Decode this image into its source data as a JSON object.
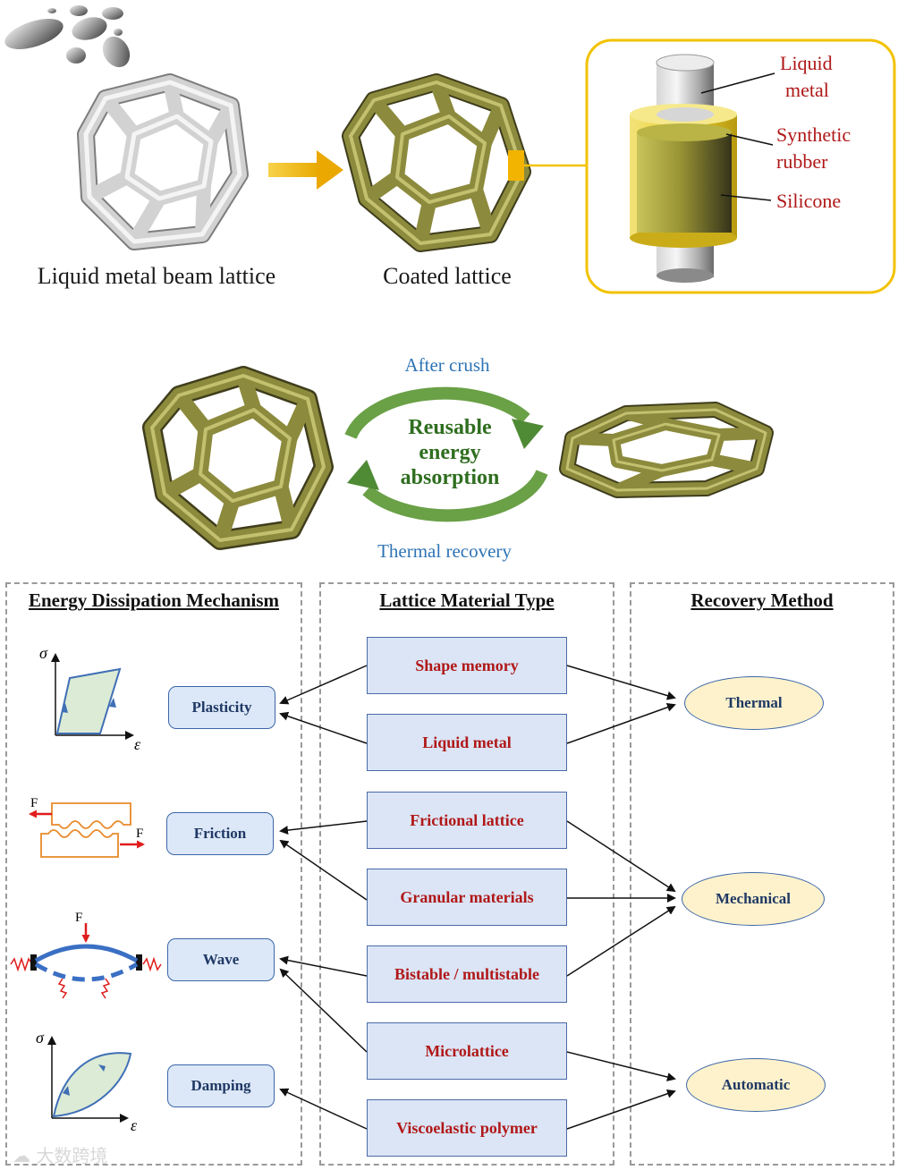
{
  "top": {
    "label_lattice": "Liquid metal beam lattice",
    "label_coated": "Coated lattice",
    "inset": {
      "liquid_metal": [
        "Liquid",
        "metal"
      ],
      "synthetic_rubber": [
        "Synthetic",
        "rubber"
      ],
      "silicone": "Silicone"
    }
  },
  "cycle": {
    "after_crush": "After crush",
    "center": [
      "Reusable",
      "energy",
      "absorption"
    ],
    "thermal_recovery": "Thermal recovery"
  },
  "panels": {
    "mechanism": {
      "title": "Energy Dissipation Mechanism",
      "items": [
        "Plasticity",
        "Friction",
        "Wave",
        "Damping"
      ],
      "symbols": {
        "sigma": "σ",
        "epsilon": "ε",
        "force": "F"
      }
    },
    "materials": {
      "title": "Lattice Material Type",
      "items": [
        "Shape memory",
        "Liquid metal",
        "Frictional lattice",
        "Granular materials",
        "Bistable / multistable",
        "Microlattice",
        "Viscoelastic polymer"
      ]
    },
    "recovery": {
      "title": "Recovery Method",
      "items": [
        "Thermal",
        "Mechanical",
        "Automatic"
      ]
    }
  },
  "watermark": "大数跨境",
  "colors": {
    "lattice_gray": "#c8c8c8",
    "lattice_gold": "#8c8a3c",
    "inset_border": "#f2c200",
    "arrow_yellow": "#f2b800",
    "cycle_green": "#4f8a35",
    "label_red": "#b01818",
    "label_blue": "#2e74b5",
    "box_fill": "#dbe5f6",
    "ellipse_fill": "#fdf2cc"
  }
}
